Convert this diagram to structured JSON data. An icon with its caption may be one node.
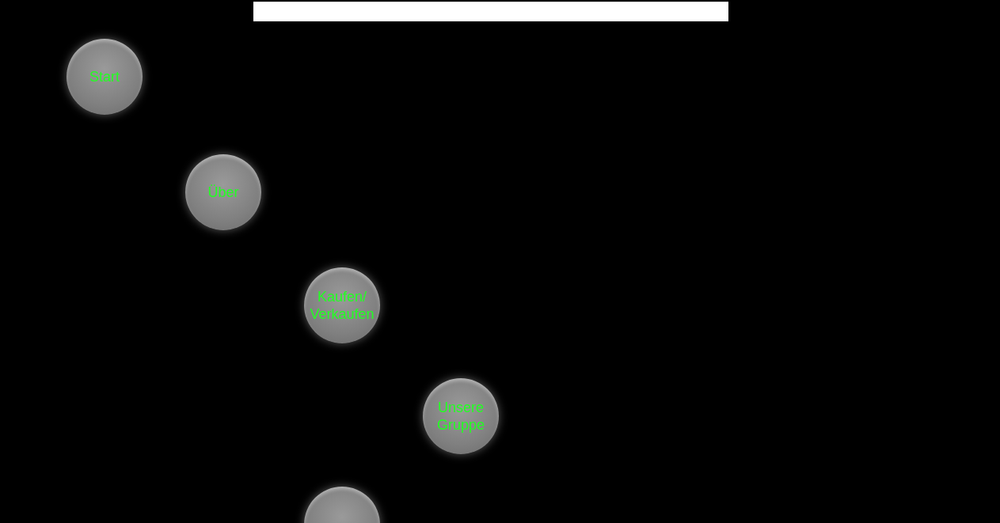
{
  "diagram": {
    "nodes": [
      {
        "text": [
          "Start"
        ]
      },
      {
        "text": [
          "Über"
        ]
      },
      {
        "text": [
          "Kaufen/ Verkaufen"
        ]
      },
      {
        "text": [
          "Unsere Gruppe"
        ]
      },
      {
        "text": [],
        "shape": "circle"
      }
    ]
  }
}
